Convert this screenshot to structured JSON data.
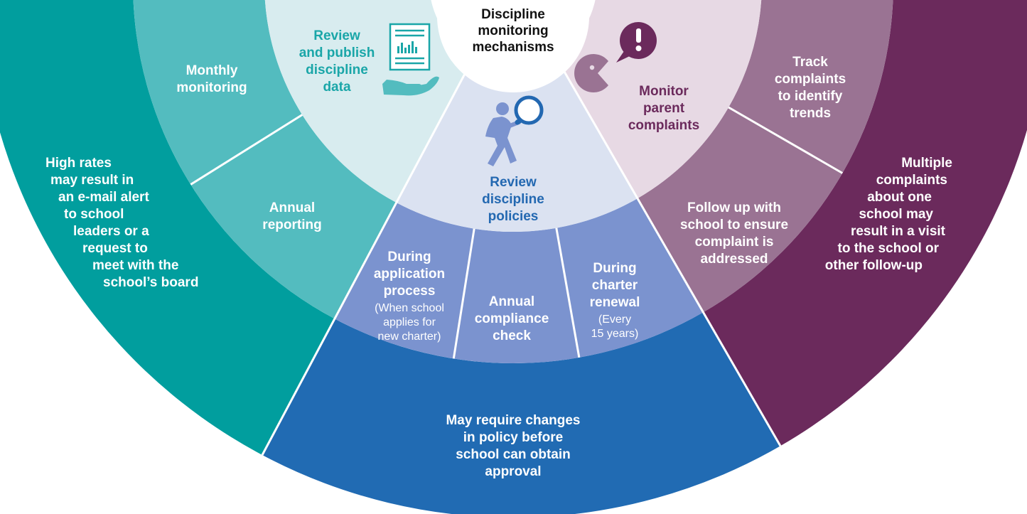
{
  "center": {
    "lines": [
      "Discipline",
      "monitoring",
      "mechanisms"
    ]
  },
  "review_publish": {
    "title_lines": [
      "Review",
      "and publish",
      "discipline",
      "data"
    ],
    "monthly_lines": [
      "Monthly",
      "monitoring"
    ],
    "annual_lines": [
      "Annual",
      "reporting"
    ],
    "outcome_lines": [
      "High rates",
      "may result in",
      "an e-mail alert",
      "to school",
      "leaders or a",
      "request to",
      "meet with the",
      "school’s board"
    ]
  },
  "review_policies": {
    "title_lines": [
      "Review",
      "discipline",
      "policies"
    ],
    "application": {
      "title_lines": [
        "During",
        "application",
        "process"
      ],
      "note_lines": [
        "(When school",
        "applies for",
        "new charter)"
      ]
    },
    "compliance": {
      "title_lines": [
        "Annual",
        "compliance",
        "check"
      ]
    },
    "renewal": {
      "title_lines": [
        "During",
        "charter",
        "renewal"
      ],
      "note_lines": [
        "(Every",
        "15 years)"
      ]
    },
    "outcome_lines": [
      "May require changes",
      "in policy before",
      "school can obtain",
      "approval"
    ]
  },
  "monitor_complaints": {
    "title_lines": [
      "Monitor",
      "parent",
      "complaints"
    ],
    "track_lines": [
      "Track",
      "complaints",
      "to identify",
      "trends"
    ],
    "followup_lines": [
      "Follow up with",
      "school to ensure",
      "complaint is",
      "addressed"
    ],
    "outcome_lines": [
      "Multiple",
      "complaints",
      "about one",
      "school may",
      "result in a visit",
      "to the school or",
      "other follow-up"
    ]
  },
  "icons": [
    "report-document-hand-icon",
    "magnifier-person-icon",
    "speaking-head-alert-icon"
  ],
  "colors": {
    "teal_outer": "#019e9e",
    "teal_mid": "#53bcbf",
    "teal_inner": "#d8ecef",
    "teal_text": "#1aa6a8",
    "blue_outer": "#216bb3",
    "blue_mid": "#7b93cf",
    "blue_inner": "#dbe2f1",
    "blue_text": "#2368b1",
    "purple_outer": "#6b2a5c",
    "purple_mid": "#9a7393",
    "purple_inner": "#e7d9e4",
    "purple_text": "#6b2a5c"
  }
}
